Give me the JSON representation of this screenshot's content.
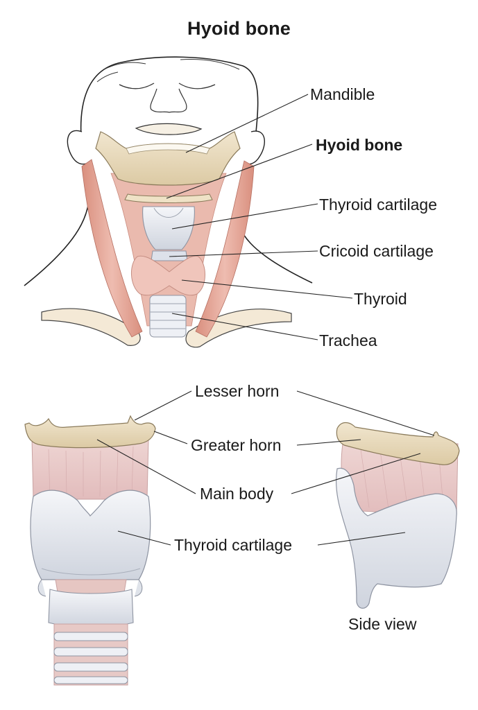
{
  "title": "Hyoid bone",
  "neck_labels": {
    "mandible": "Mandible",
    "hyoid_bone": "Hyoid bone",
    "thyroid_cartilage": "Thyroid cartilage",
    "cricoid_cartilage": "Cricoid cartilage",
    "thyroid": "Thyroid",
    "trachea": "Trachea"
  },
  "detail_labels": {
    "lesser_horn": "Lesser horn",
    "greater_horn": "Greater horn",
    "main_body": "Main body",
    "thyroid_cartilage": "Thyroid cartilage",
    "side_view": "Side view"
  },
  "colors": {
    "bone": "#e9dcc0",
    "muscle": "#e3a99a",
    "cartilage": "#e4e7ee",
    "skin_line": "#222222",
    "thyroid_gland": "#efc6bd"
  }
}
